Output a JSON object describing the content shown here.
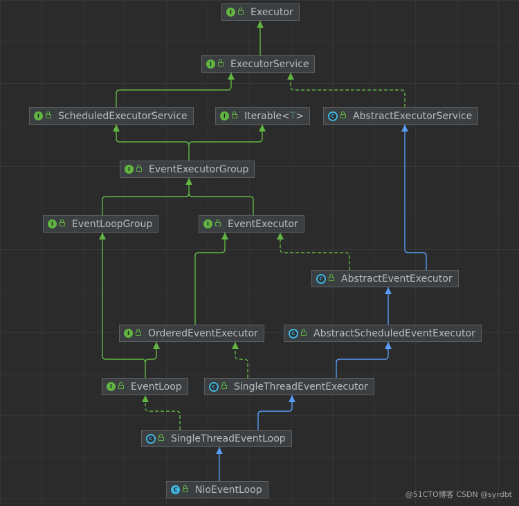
{
  "nodes": {
    "executor": {
      "label": "Executor",
      "kind": "interface"
    },
    "executor_service": {
      "label": "ExecutorService",
      "kind": "interface"
    },
    "scheduled_executor_service": {
      "label": "ScheduledExecutorService",
      "kind": "interface"
    },
    "iterable": {
      "label": "Iterable<",
      "type_param": "T",
      "close": ">",
      "kind": "interface"
    },
    "abstract_executor_service": {
      "label": "AbstractExecutorService",
      "kind": "abstract"
    },
    "event_executor_group": {
      "label": "EventExecutorGroup",
      "kind": "interface"
    },
    "event_loop_group": {
      "label": "EventLoopGroup",
      "kind": "interface"
    },
    "event_executor": {
      "label": "EventExecutor",
      "kind": "interface"
    },
    "abstract_event_executor": {
      "label": "AbstractEventExecutor",
      "kind": "abstract"
    },
    "ordered_event_executor": {
      "label": "OrderedEventExecutor",
      "kind": "interface"
    },
    "abstract_scheduled_event_executor": {
      "label": "AbstractScheduledEventExecutor",
      "kind": "abstract"
    },
    "event_loop": {
      "label": "EventLoop",
      "kind": "interface"
    },
    "single_thread_event_executor": {
      "label": "SingleThreadEventExecutor",
      "kind": "abstract"
    },
    "single_thread_event_loop": {
      "label": "SingleThreadEventLoop",
      "kind": "abstract"
    },
    "nio_event_loop": {
      "label": "NioEventLoop",
      "kind": "class"
    }
  },
  "icons": {
    "interface": "I",
    "abstract": "C",
    "class": "C"
  },
  "colors": {
    "extends_interface": "#62b543",
    "extends_class": "#589df6",
    "implements": "#62b543"
  },
  "watermark": "@51CTO博客 CSDN @syrdbt"
}
